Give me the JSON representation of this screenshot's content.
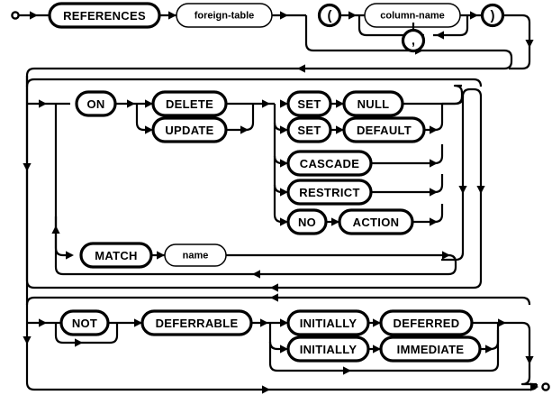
{
  "diagram": {
    "kind": "railroad-syntax-diagram",
    "title": "REFERENCES clause (foreign key constraint) syntax diagram",
    "stroke_color": "#000000",
    "background_color": "#ffffff",
    "start_marker": "circle-start",
    "end_marker": "circle-end",
    "nodes": {
      "references": {
        "label": "REFERENCES",
        "type": "terminal"
      },
      "foreign_table": {
        "label": "foreign-table",
        "type": "nonterminal"
      },
      "lparen": {
        "label": "(",
        "type": "terminal-punct"
      },
      "column_name": {
        "label": "column-name",
        "type": "nonterminal"
      },
      "comma": {
        "label": ",",
        "type": "terminal-punct"
      },
      "rparen": {
        "label": ")",
        "type": "terminal-punct"
      },
      "on": {
        "label": "ON",
        "type": "terminal"
      },
      "delete": {
        "label": "DELETE",
        "type": "terminal"
      },
      "update": {
        "label": "UPDATE",
        "type": "terminal"
      },
      "set_null_set": {
        "label": "SET",
        "type": "terminal"
      },
      "null": {
        "label": "NULL",
        "type": "terminal"
      },
      "set_default_set": {
        "label": "SET",
        "type": "terminal"
      },
      "default": {
        "label": "DEFAULT",
        "type": "terminal"
      },
      "cascade": {
        "label": "CASCADE",
        "type": "terminal"
      },
      "restrict": {
        "label": "RESTRICT",
        "type": "terminal"
      },
      "no": {
        "label": "NO",
        "type": "terminal"
      },
      "action": {
        "label": "ACTION",
        "type": "terminal"
      },
      "match": {
        "label": "MATCH",
        "type": "terminal"
      },
      "name": {
        "label": "name",
        "type": "nonterminal"
      },
      "not": {
        "label": "NOT",
        "type": "terminal"
      },
      "deferrable": {
        "label": "DEFERRABLE",
        "type": "terminal"
      },
      "initially_deferred": {
        "label": "INITIALLY",
        "type": "terminal"
      },
      "deferred": {
        "label": "DEFERRED",
        "type": "terminal"
      },
      "initially_immediate": {
        "label": "INITIALLY",
        "type": "terminal"
      },
      "immediate": {
        "label": "IMMEDIATE",
        "type": "terminal"
      }
    },
    "rows": {
      "row1_labels": [
        "REFERENCES",
        "foreign-table",
        "(",
        "column-name",
        ")"
      ],
      "row1_repeat": ",",
      "row2_labels": [
        "ON",
        "DELETE",
        "UPDATE",
        "SET",
        "NULL",
        "SET",
        "DEFAULT",
        "CASCADE",
        "RESTRICT",
        "NO",
        "ACTION"
      ],
      "row3_labels": [
        "MATCH",
        "name"
      ],
      "row4_labels": [
        "NOT",
        "DEFERRABLE",
        "INITIALLY",
        "DEFERRED",
        "INITIALLY",
        "IMMEDIATE"
      ]
    }
  }
}
